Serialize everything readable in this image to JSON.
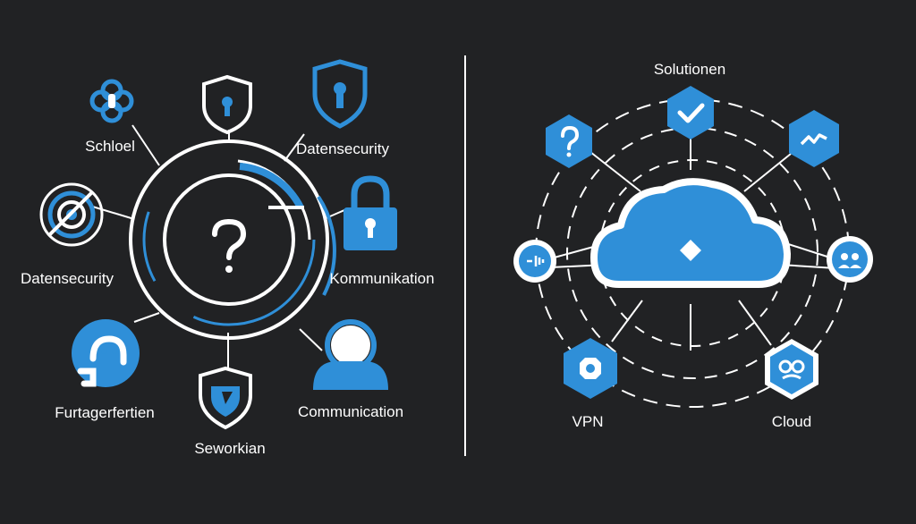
{
  "colors": {
    "background": "#212224",
    "accent": "#2f8fd8",
    "line": "#ffffff"
  },
  "left_panel": {
    "center_icon": "question-mark-icon",
    "labels": {
      "top_left": "Schloel",
      "top_right": "Datensecurity",
      "mid_left": "Datensecurity",
      "mid_right": "Kommunikation",
      "bottom_left": "Furtagerfertien",
      "bottom_right": "Communication",
      "bottom_center": "Seworkian"
    },
    "icons": [
      "link-icon",
      "shield-keyhole-icon",
      "shield-keyhole-icon",
      "fingerprint-icon",
      "padlock-icon",
      "chat-bubble-icon",
      "shield-icon",
      "user-icon"
    ]
  },
  "right_panel": {
    "title": "Solutionen",
    "center_icon": "cloud-icon",
    "labels": {
      "vpn": "VPN",
      "cloud": "Cloud"
    },
    "icons": [
      "question-mark-icon",
      "checkmark-icon",
      "chart-line-icon",
      "signal-icon",
      "users-icon",
      "vpn-lock-icon",
      "cloud-face-icon"
    ]
  }
}
